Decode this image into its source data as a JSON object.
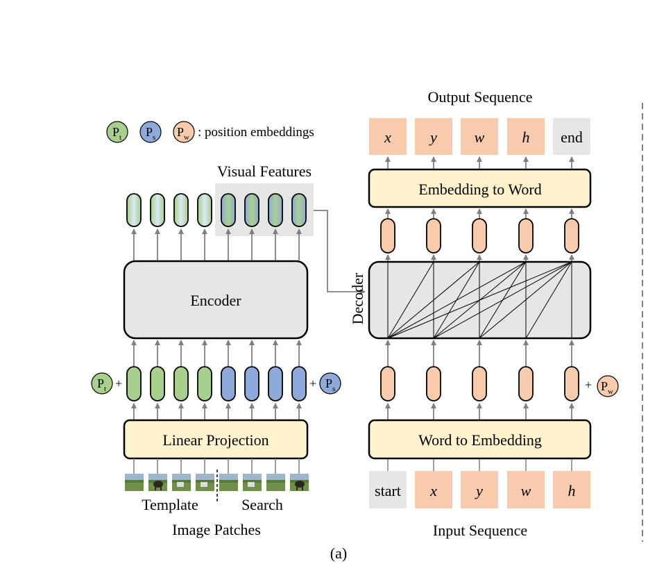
{
  "legend": {
    "pt": {
      "base": "P",
      "sub": "t"
    },
    "ps": {
      "base": "P",
      "sub": "s"
    },
    "pw": {
      "base": "P",
      "sub": "w"
    },
    "text": ": position embeddings"
  },
  "encoder_side": {
    "visual_features_label": "Visual Features",
    "encoder_label": "Encoder",
    "linear_projection_label": "Linear Projection",
    "template_label": "Template",
    "search_label": "Search",
    "image_patches_label": "Image Patches",
    "plus": "+"
  },
  "decoder_side": {
    "output_sequence_label": "Output Sequence",
    "output_tokens": [
      "x",
      "y",
      "w",
      "h",
      "end"
    ],
    "embedding_to_word_label": "Embedding to Word",
    "decoder_label": "Decoder",
    "word_to_embedding_label": "Word to Embedding",
    "input_tokens": [
      "start",
      "x",
      "y",
      "w",
      "h"
    ],
    "input_sequence_label": "Input Sequence",
    "plus": "+"
  },
  "caption": "(a)",
  "colors": {
    "green": "#a8d08d",
    "blue": "#8eaadb",
    "peach": "#f8cbad",
    "gray_box": "#e6e6e6",
    "yellow_box": "#fff2cc",
    "stroke": "#000000",
    "arrow": "#7f7f7f"
  }
}
